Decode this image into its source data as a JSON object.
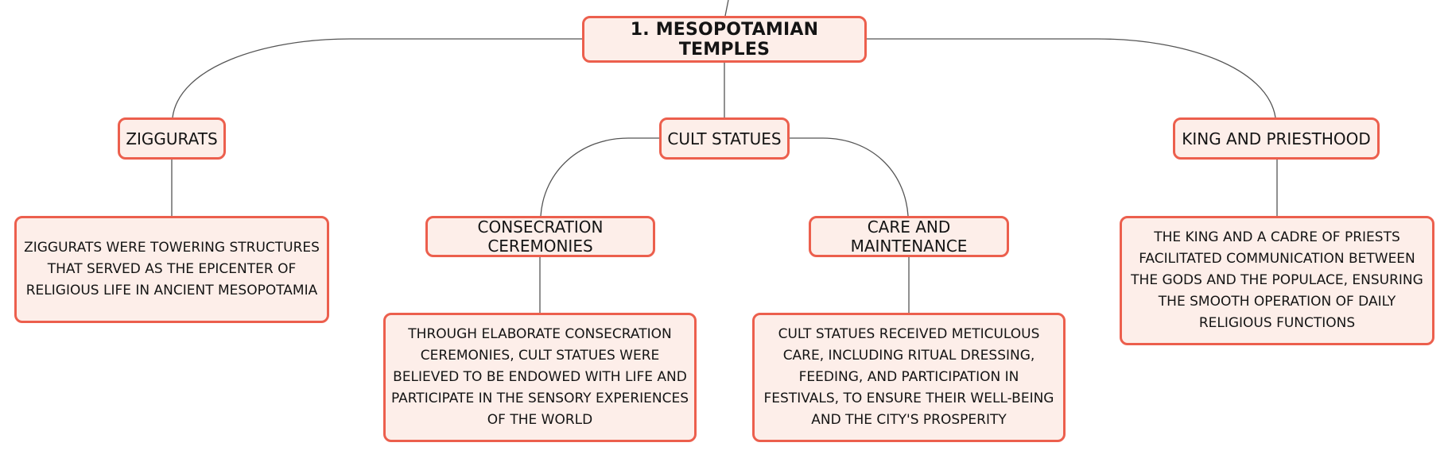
{
  "diagram": {
    "root": {
      "label": "1. MESOPOTAMIAN TEMPLES"
    },
    "topics": {
      "ziggurats": {
        "label": "ZIGGURATS",
        "detail": "ZIGGURATS WERE TOWERING STRUCTURES THAT SERVED AS THE EPICENTER OF RELIGIOUS LIFE IN ANCIENT MESOPOTAMIA"
      },
      "cult_statues": {
        "label": "CULT STATUES",
        "subtopics": {
          "consecration": {
            "label": "CONSECRATION CEREMONIES",
            "detail": "THROUGH ELABORATE CONSECRATION CEREMONIES, CULT STATUES WERE BELIEVED TO BE ENDOWED WITH LIFE AND PARTICIPATE IN THE SENSORY EXPERIENCES OF THE WORLD"
          },
          "care": {
            "label": "CARE AND MAINTENANCE",
            "detail": "CULT STATUES RECEIVED METICULOUS CARE, INCLUDING RITUAL DRESSING, FEEDING, AND PARTICIPATION IN FESTIVALS, TO ENSURE THEIR WELL-BEING AND THE CITY'S PROSPERITY"
          }
        }
      },
      "king_priesthood": {
        "label": "KING AND PRIESTHOOD",
        "detail": "THE KING AND A CADRE OF PRIESTS FACILITATED COMMUNICATION BETWEEN THE GODS AND THE POPULACE, ENSURING THE SMOOTH OPERATION OF DAILY RELIGIOUS FUNCTIONS"
      }
    },
    "colors": {
      "node_fill": "#fdeee9",
      "node_border": "#ec5f4d",
      "connector": "#555555",
      "text": "#141414"
    }
  }
}
